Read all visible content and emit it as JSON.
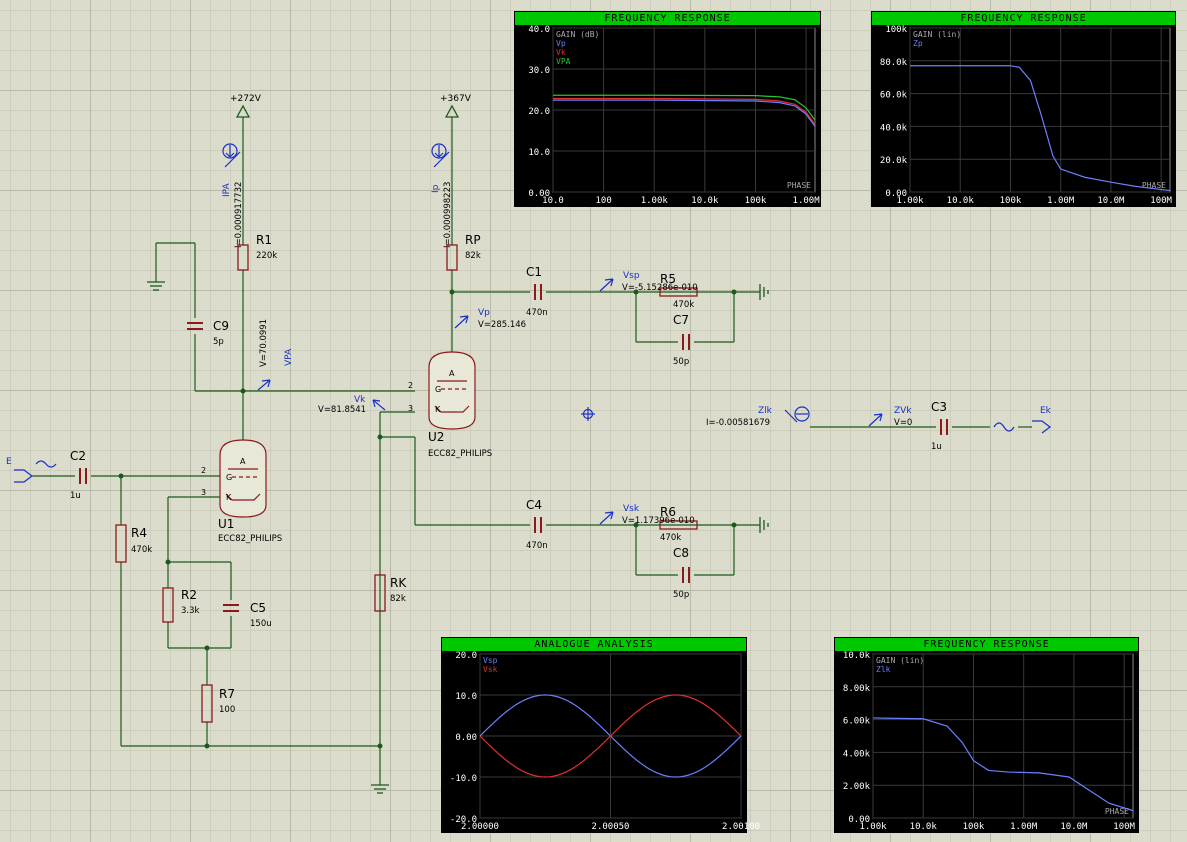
{
  "colors": {
    "wire": "#1a5a1a",
    "part": "#8b1a1a",
    "probe": "#1a30c8",
    "grid": "#3a3a3a",
    "plot_bg": "#000000",
    "title_bg": "#00c800"
  },
  "schematic": {
    "rail_a": "+272V",
    "rail_b": "+367V",
    "ipa_probe": "IPA",
    "ipa_value": "I=0.000917732",
    "ip_probe": "Ip",
    "ip_value": "I=0.000998223",
    "r1": {
      "ref": "R1",
      "value": "220k"
    },
    "rp": {
      "ref": "RP",
      "value": "82k"
    },
    "c9": {
      "ref": "C9",
      "value": "5p"
    },
    "vpa_probe": "VPA",
    "vpa_value": "V=70.0991",
    "vp_probe": "Vp",
    "vp_value": "V=285.146",
    "vk_probe": "Vk",
    "vk_value": "V=81.8541",
    "c1": {
      "ref": "C1",
      "value": "470n"
    },
    "vsp_probe": "Vsp",
    "vsp_value": "V=-5.15286e-010",
    "r5": {
      "ref": "R5",
      "value": "470k"
    },
    "c7": {
      "ref": "C7",
      "value": "50p"
    },
    "u2": {
      "ref": "U2",
      "value": "ECC82_PHILIPS"
    },
    "u1": {
      "ref": "U1",
      "value": "ECC82_PHILIPS"
    },
    "pin2": "2",
    "pin3": "3",
    "pin_g": "G",
    "pin_k": "K",
    "pin_a": "A",
    "e_gen": "E",
    "c2": {
      "ref": "C2",
      "value": "1u"
    },
    "r4": {
      "ref": "R4",
      "value": "470k"
    },
    "r2": {
      "ref": "R2",
      "value": "3.3k"
    },
    "c5": {
      "ref": "C5",
      "value": "150u"
    },
    "r7": {
      "ref": "R7",
      "value": "100"
    },
    "rk": {
      "ref": "RK",
      "value": "82k"
    },
    "c4": {
      "ref": "C4",
      "value": "470n"
    },
    "vsk_probe": "Vsk",
    "vsk_value": "V=1.17396e-010",
    "r6": {
      "ref": "R6",
      "value": "470k"
    },
    "c8": {
      "ref": "C8",
      "value": "50p"
    },
    "zlk_probe": "Zlk",
    "zlk_value": "I=-0.00581679",
    "zvk_probe": "ZVk",
    "zvk_value": "V=0",
    "c3": {
      "ref": "C3",
      "value": "1u"
    },
    "ek_gen": "Ek"
  },
  "graphs": [
    {
      "title": "FREQUENCY RESPONSE",
      "axis_label": "GAIN (dB)",
      "corner_label": "PHASE",
      "yticks": [
        "40.0",
        "30.0",
        "20.0",
        "10.0",
        "0.00"
      ],
      "xticks": [
        "10.0",
        "100",
        "1.00k",
        "10.0k",
        "100k",
        "1.00M"
      ],
      "chart_data": {
        "type": "line",
        "x_scale": "log",
        "x_range": [
          10,
          1500000
        ],
        "ylim": [
          0,
          40
        ],
        "series": [
          {
            "name": "Vp",
            "color": "#6a80ff",
            "x": [
              10,
              1000,
              100000,
              300000,
              600000,
              1000000,
              1500000
            ],
            "values": [
              22.4,
              22.4,
              22.2,
              21.8,
              21,
              19,
              16
            ]
          },
          {
            "name": "Vk",
            "color": "#e03030",
            "x": [
              10,
              1000,
              100000,
              300000,
              600000,
              1000000,
              1500000
            ],
            "values": [
              22.8,
              22.8,
              22.6,
              22.2,
              21.4,
              19.4,
              16.5
            ]
          },
          {
            "name": "VPA",
            "color": "#30c030",
            "x": [
              10,
              1000,
              100000,
              300000,
              600000,
              1000000,
              1500000
            ],
            "values": [
              23.6,
              23.6,
              23.5,
              23.2,
              22.5,
              20.5,
              17.5
            ]
          }
        ]
      }
    },
    {
      "title": "FREQUENCY RESPONSE",
      "axis_label": "GAIN (lin)",
      "corner_label": "PHASE",
      "yticks": [
        "100k",
        "80.0k",
        "60.0k",
        "40.0k",
        "20.0k",
        "0.00"
      ],
      "xticks": [
        "1.00k",
        "10.0k",
        "100k",
        "1.00M",
        "10.0M",
        "100M"
      ],
      "chart_data": {
        "type": "line",
        "x_scale": "log",
        "x_range": [
          1000,
          150000000
        ],
        "ylim": [
          0,
          100000
        ],
        "series": [
          {
            "name": "Zp",
            "color": "#6a80ff",
            "x": [
              1000,
              100000,
              150000,
              250000,
              400000,
              700000,
              1000000,
              3000000,
              10000000,
              30000000,
              100000000,
              150000000
            ],
            "values": [
              77000,
              77000,
              76000,
              68000,
              48000,
              22000,
              14000,
              9000,
              6000,
              3500,
              1500,
              900
            ]
          }
        ]
      }
    },
    {
      "title": "ANALOGUE ANALYSIS",
      "axis_label": "",
      "corner_label": "",
      "yticks": [
        "20.0",
        "10.0",
        "0.00",
        "-10.0",
        "-20.0"
      ],
      "xticks": [
        "2.00000",
        "2.00050",
        "2.00100"
      ],
      "chart_data": {
        "type": "line",
        "x_scale": "linear",
        "x_range": [
          2.0,
          2.001
        ],
        "ylim": [
          -20,
          20
        ],
        "series": [
          {
            "name": "Vsp",
            "color": "#6a80ff",
            "x": [
              2.0,
              2.00025,
              2.0005,
              2.00075,
              2.001
            ],
            "values": [
              0,
              10,
              0,
              -10,
              0
            ],
            "shape": "sine"
          },
          {
            "name": "Vsk",
            "color": "#e03030",
            "x": [
              2.0,
              2.00025,
              2.0005,
              2.00075,
              2.001
            ],
            "values": [
              0,
              -10,
              0,
              10,
              0
            ],
            "shape": "sine"
          }
        ]
      }
    },
    {
      "title": "FREQUENCY RESPONSE",
      "axis_label": "GAIN (lin)",
      "corner_label": "PHASE",
      "yticks": [
        "10.0k",
        "8.00k",
        "6.00k",
        "4.00k",
        "2.00k",
        "0.00"
      ],
      "xticks": [
        "1.00k",
        "10.0k",
        "100k",
        "1.00M",
        "10.0M",
        "100M"
      ],
      "chart_data": {
        "type": "line",
        "x_scale": "log",
        "x_range": [
          1000,
          150000000
        ],
        "ylim": [
          0,
          10000
        ],
        "series": [
          {
            "name": "Zlk",
            "color": "#6a80ff",
            "x": [
              1000,
              10000,
              30000,
              60000,
              100000,
              200000,
              500000,
              2000000,
              8000000,
              20000000,
              50000000,
              150000000
            ],
            "values": [
              6100,
              6050,
              5600,
              4600,
              3500,
              2900,
              2800,
              2750,
              2500,
              1700,
              900,
              450
            ]
          }
        ]
      }
    }
  ]
}
